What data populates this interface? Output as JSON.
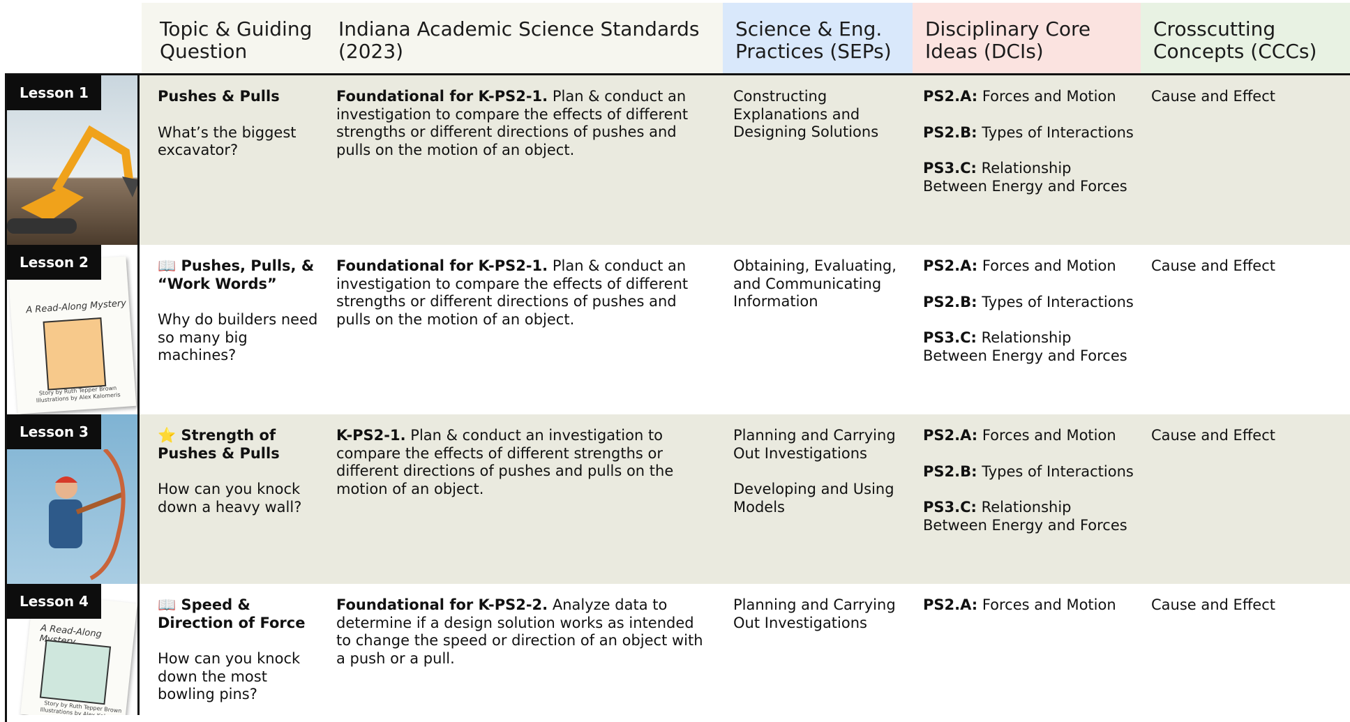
{
  "header": {
    "topic": "Topic & Guiding Question",
    "standards": "Indiana Academic Science Standards (2023)",
    "seps": "Science & Eng. Practices (SEPs)",
    "dcis": "Disciplinary Core Ideas (DCIs)",
    "cccs": "Crosscutting Concepts (CCCs)"
  },
  "colors": {
    "shade": "#eaeadf",
    "sep_header": "#d9e8fb",
    "dci_header": "#fbe3e0",
    "ccc_header": "#e8f2e3"
  },
  "lessons": [
    {
      "tag": "Lesson 1",
      "thumb": "excavator-photo",
      "topic_icon": "",
      "topic_title": "Pushes & Pulls",
      "question": "What’s the biggest excavator?",
      "std_bold": "Foundational for K-PS2-1.",
      "std_text": " Plan & conduct an investigation to compare the effects of different strengths or different directions of pushes and pulls on the motion of an object.",
      "sep1": "Constructing Explanations and Designing Solutions",
      "sep2": "",
      "dci": [
        {
          "code": "PS2.A:",
          "text": " Forces and Motion"
        },
        {
          "code": "PS2.B:",
          "text": " Types of Interactions"
        },
        {
          "code": "PS3.C:",
          "text": " Relationship Between Energy and Forces"
        }
      ],
      "ccc": "Cause and Effect"
    },
    {
      "tag": "Lesson 2",
      "thumb": "book-cover",
      "topic_icon": "📖",
      "topic_title": " Pushes, Pulls, & “Work Words”",
      "question": "Why do builders need so many big machines?",
      "std_bold": "Foundational for K-PS2-1.",
      "std_text": " Plan & conduct an investigation to compare the effects of different strengths or different directions of pushes and pulls on the motion of an object.",
      "sep1": "Obtaining, Evaluating, and Communicating Information",
      "sep2": "",
      "dci": [
        {
          "code": "PS2.A:",
          "text": " Forces and Motion"
        },
        {
          "code": "PS2.B:",
          "text": " Types of Interactions"
        },
        {
          "code": "PS3.C:",
          "text": " Relationship Between Energy and Forces"
        }
      ],
      "ccc": "Cause and Effect",
      "book": {
        "title": "A Read-Along Mystery",
        "credits": "Story by Ruth Tepper Brown Illustrations by Alex Kalomeris"
      }
    },
    {
      "tag": "Lesson 3",
      "thumb": "wall-photo",
      "topic_icon": "⭐",
      "topic_title": " Strength of Pushes & Pulls",
      "question": "How can you knock down a heavy wall?",
      "std_bold": "K-PS2-1.",
      "std_text": " Plan & conduct an investigation to compare the effects of different strengths or different directions of pushes and pulls on the motion of an object.",
      "sep1": "Planning and Carrying Out Investigations",
      "sep2": "Developing and Using Models",
      "dci": [
        {
          "code": "PS2.A:",
          "text": " Forces and Motion"
        },
        {
          "code": "PS2.B:",
          "text": " Types of Interactions"
        },
        {
          "code": "PS3.C:",
          "text": " Relationship Between Energy and Forces"
        }
      ],
      "ccc": "Cause and Effect"
    },
    {
      "tag": "Lesson 4",
      "thumb": "book-cover",
      "topic_icon": "📖",
      "topic_title": " Speed & Direction of Force",
      "question": "How can you knock down the most bowling pins?",
      "std_bold": "Foundational for K-PS2-2.",
      "std_text": " Analyze data to determine if a design solution works as intended to change the speed or direction of an object with a push or a pull.",
      "sep1": "Planning and Carrying Out Investigations",
      "sep2": "",
      "dci": [
        {
          "code": "PS2.A:",
          "text": " Forces and Motion"
        }
      ],
      "ccc": "Cause and Effect",
      "book": {
        "title": "A Read-Along Mystery",
        "credits": "Story by Ruth Tepper Brown Illustrations by Alex Kalomeris"
      }
    }
  ]
}
